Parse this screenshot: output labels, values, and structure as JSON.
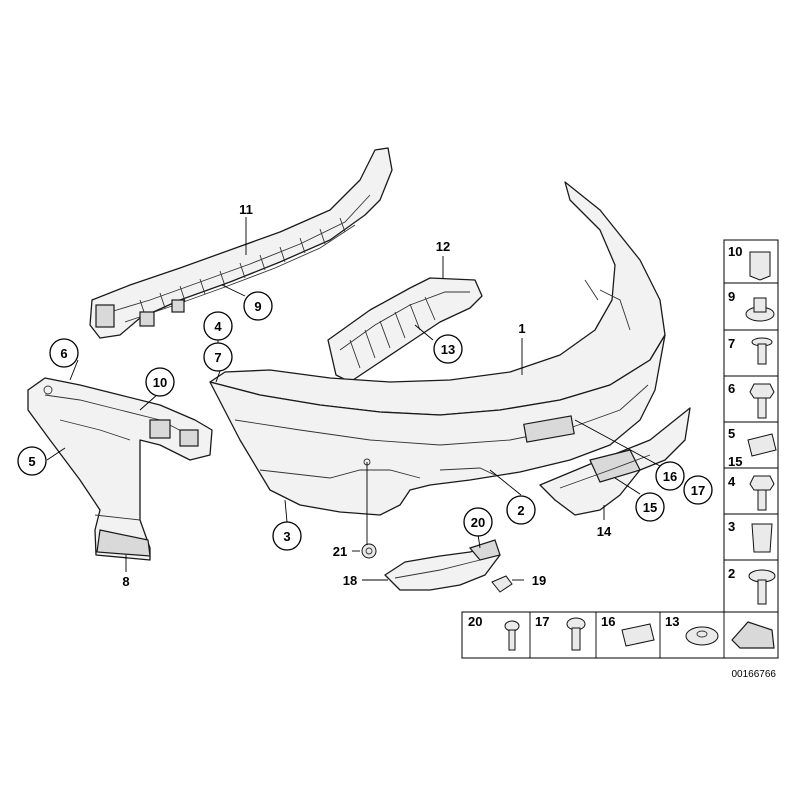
{
  "diagram_number": "00166766",
  "callouts": {
    "c1": "1",
    "c2": "2",
    "c3": "3",
    "c4": "4",
    "c5": "5",
    "c6": "6",
    "c7": "7",
    "c8": "8",
    "c9": "9",
    "c10": "10",
    "c11": "11",
    "c12": "12",
    "c13": "13",
    "c14": "14",
    "c15": "15",
    "c16": "16",
    "c17": "17",
    "c18": "18",
    "c19": "19",
    "c20": "20",
    "c21": "21"
  },
  "side_legend": [
    "10",
    "9",
    "7",
    "6",
    "5",
    "15",
    "4",
    "3",
    "2"
  ],
  "bottom_legend": [
    "20",
    "17",
    "16",
    "13"
  ]
}
